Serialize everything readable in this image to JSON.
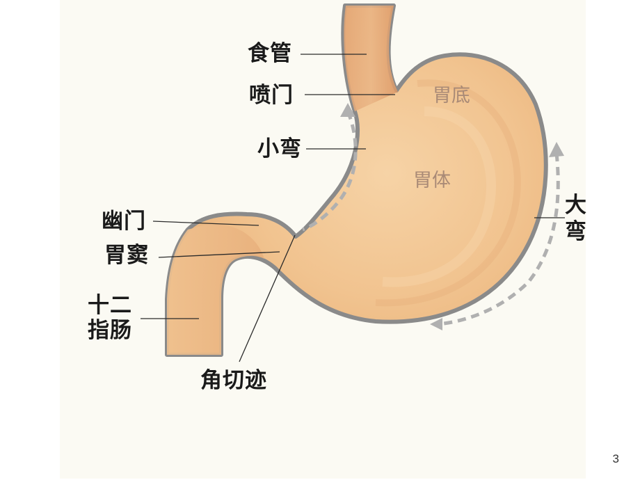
{
  "labels": {
    "esophagus": "食管",
    "cardia": "喷门",
    "lesser_curvature": "小弯",
    "pylorus": "幽门",
    "antrum": "胃窦",
    "duodenum_line1": "十二",
    "duodenum_line2": "指肠",
    "angular_incisure": "角切迹",
    "greater_curvature_line1": "大",
    "greater_curvature_line2": "弯",
    "fundus": "胃底",
    "body": "胃体"
  },
  "page_number": "3",
  "colors": {
    "stomach_fill": "#f2c795",
    "stomach_outline": "#8c8c8c",
    "arrow": "#b0b0b0",
    "leader_line": "#2a2a2a"
  }
}
